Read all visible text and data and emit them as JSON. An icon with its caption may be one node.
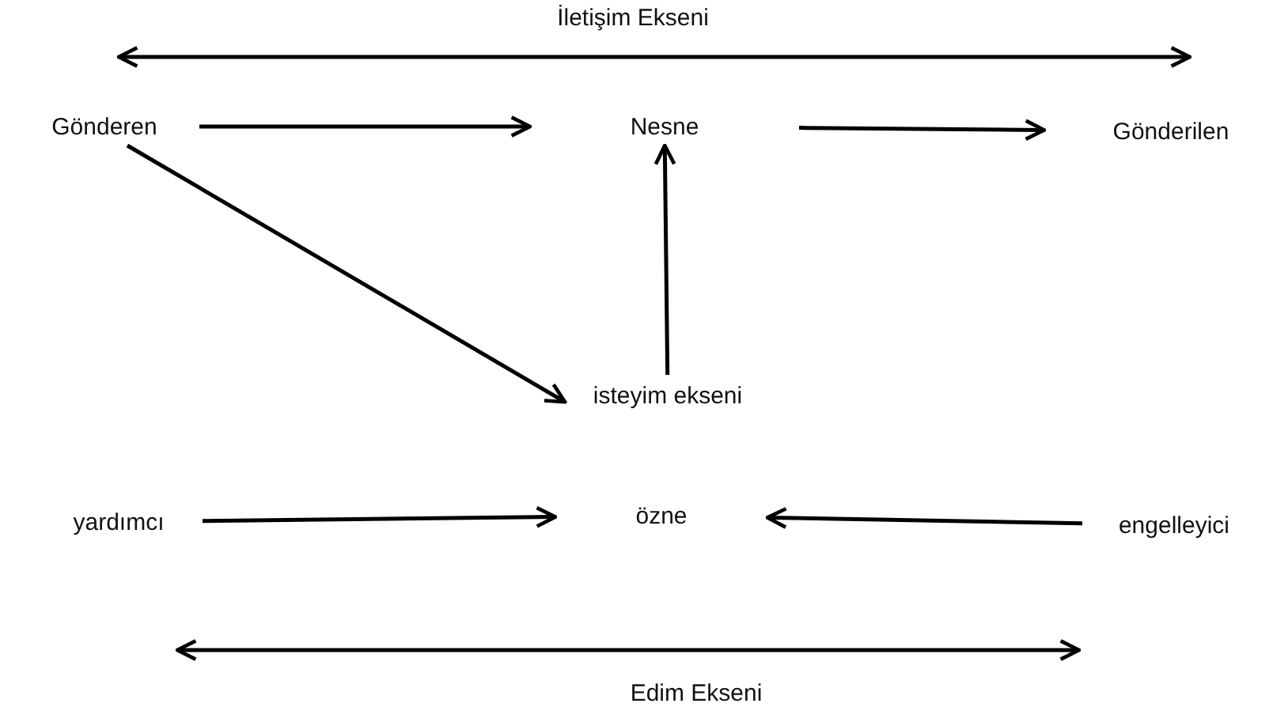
{
  "diagram": {
    "nodes": [
      {
        "text": [
          "Gönderen"
        ]
      },
      {
        "text": [
          "Nesne"
        ]
      },
      {
        "text": [
          "Gönderilen"
        ]
      },
      {
        "text": [
          "isteyim ekseni"
        ]
      },
      {
        "text": [
          "yardımcı"
        ]
      },
      {
        "text": [
          "özne"
        ]
      },
      {
        "text": [
          "engelleyici"
        ]
      }
    ],
    "edges": [
      {
        "from": 0,
        "to": 1,
        "arrow": "to"
      },
      {
        "from": 1,
        "to": 2,
        "arrow": "to"
      },
      {
        "from": 0,
        "to": 3,
        "arrow": "to"
      },
      {
        "from": 3,
        "to": 1,
        "arrow": "to"
      },
      {
        "from": 4,
        "to": 5,
        "arrow": "to"
      },
      {
        "from": 6,
        "to": 5,
        "arrow": "to"
      }
    ],
    "labels": [
      "İletişim Ekseni",
      "Edim Ekseni"
    ]
  }
}
